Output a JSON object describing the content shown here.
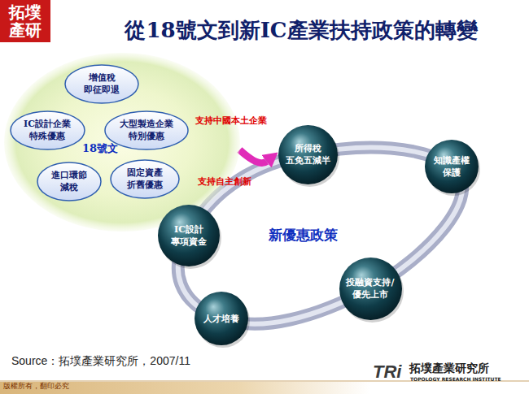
{
  "diagram": {
    "title": "從18號文到新IC產業扶持政策的轉變",
    "caption": "Source：拓墣產業研究所，2007/11",
    "nodes": [
      {
        "text": [
          "18號文"
        ]
      },
      {
        "text": [
          "增值稅 即征即退"
        ],
        "in": 0
      },
      {
        "text": [
          "IC設計企業 特殊優惠"
        ],
        "in": 0
      },
      {
        "text": [
          "大型製造企業 特別優惠"
        ],
        "in": 0
      },
      {
        "text": [
          "進口環節 減稅"
        ],
        "in": 0
      },
      {
        "text": [
          "固定資產 折舊優惠"
        ],
        "in": 0
      },
      {
        "text": [
          "所得稅 五免五減半"
        ]
      },
      {
        "text": [
          "知識產權 保護"
        ]
      },
      {
        "text": [
          "IC設計 專項資金"
        ]
      },
      {
        "text": [
          "投融資支持/ 優先上市"
        ]
      },
      {
        "text": [
          "人才培養"
        ]
      }
    ],
    "edges": [
      {
        "from": 0,
        "to": 6,
        "arrow": "to"
      }
    ],
    "labels": [
      "拓墣產研",
      "支持中國本土企業",
      "支持自主創新",
      "新優惠政策",
      "版權所有，翻印必究",
      "TRi",
      "拓墣產業研究所",
      "TOPOLOGY RESEARCH INSTITUTE"
    ]
  }
}
